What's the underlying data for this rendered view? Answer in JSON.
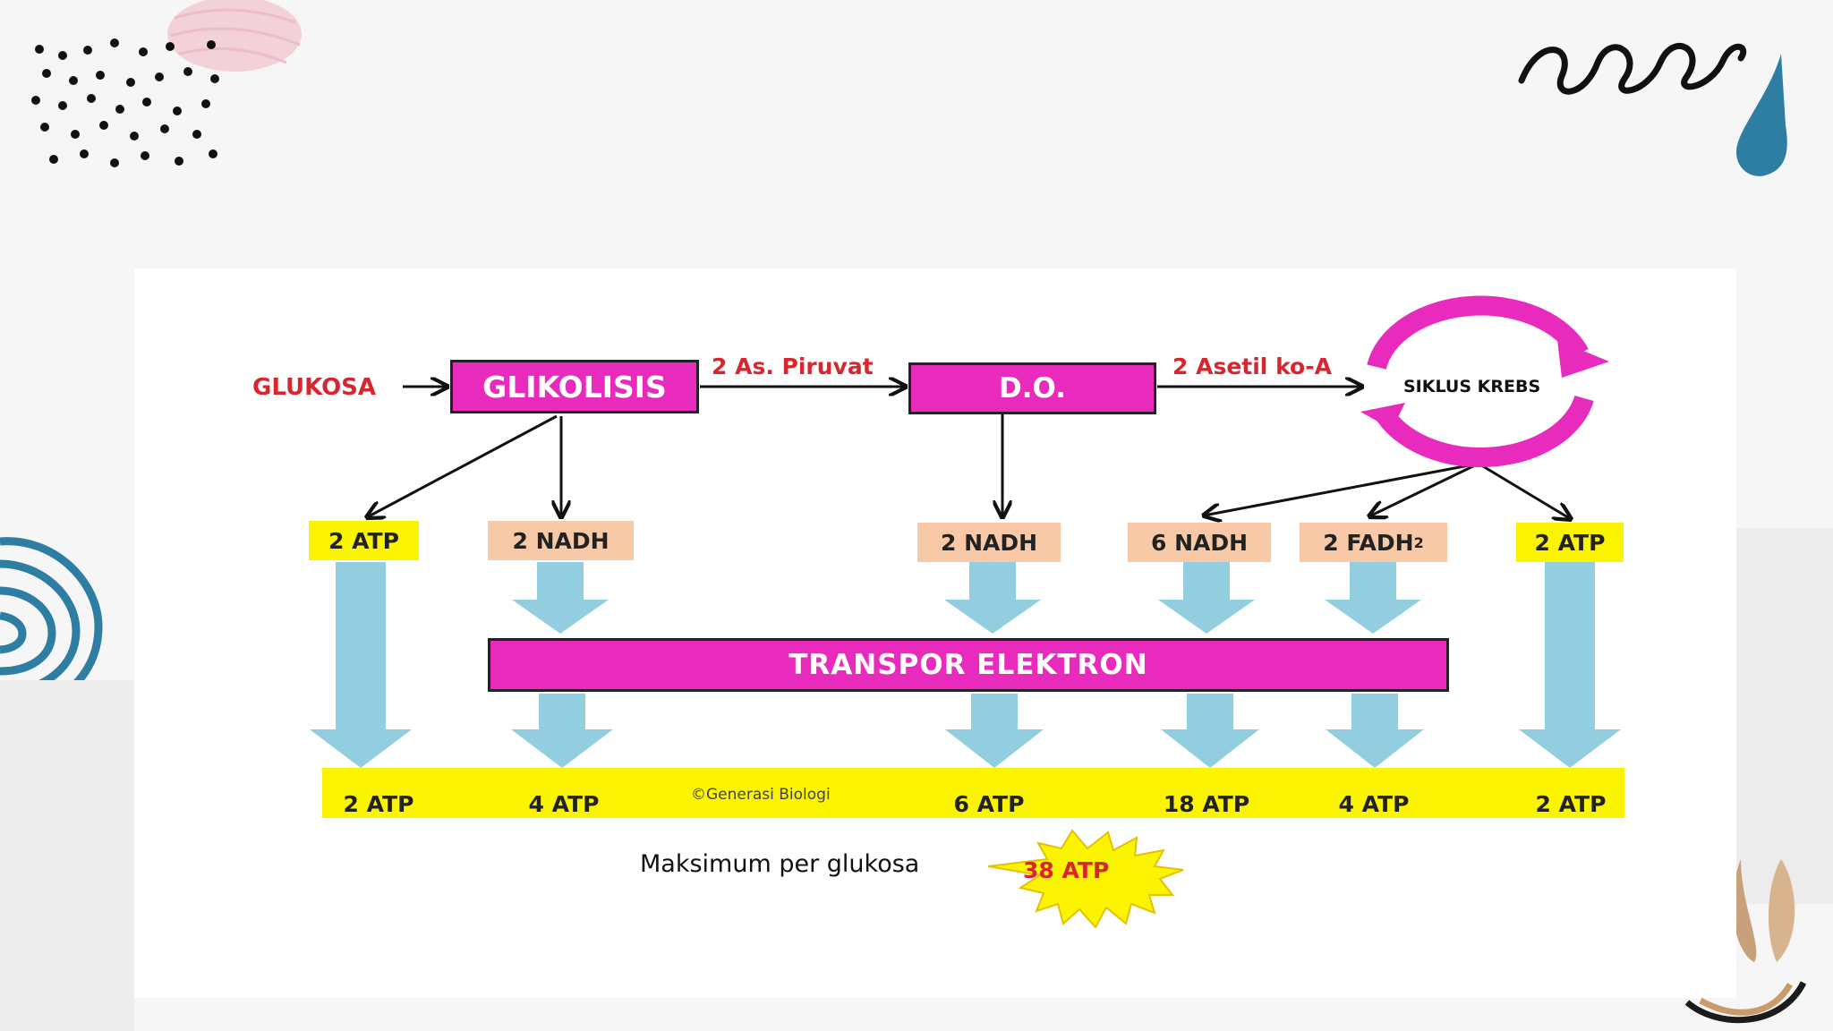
{
  "diagram": {
    "input": "GLUKOSA",
    "glycolysis": "GLIKOLISIS",
    "pyruvate_label": "2 As. Piruvat",
    "oxidative_decarboxylation": "D.O.",
    "acetyl_label": "2 Asetil ko-A",
    "krebs": "SIKLUS KREBS",
    "products": [
      "2 ATP",
      "2 NADH",
      "2 NADH",
      "6 NADH",
      "2 FADH",
      "2 ATP"
    ],
    "fadh_subscript": "2",
    "electron_transport": "TRANSPOR ELEKTRON",
    "atp_yields": [
      "2 ATP",
      "4 ATP",
      "6 ATP",
      "18 ATP",
      "4 ATP",
      "2 ATP"
    ],
    "credit": "©Generasi Biologi",
    "total_label": "Maksimum per glukosa",
    "total_value": "38 ATP"
  },
  "colors": {
    "magenta": "#e82bbd",
    "yellow": "#fbf400",
    "peach": "#f7c9a6",
    "arrow_blue": "#92cde0",
    "label_red": "#d8262f",
    "decor_teal": "#2e7ea3"
  }
}
